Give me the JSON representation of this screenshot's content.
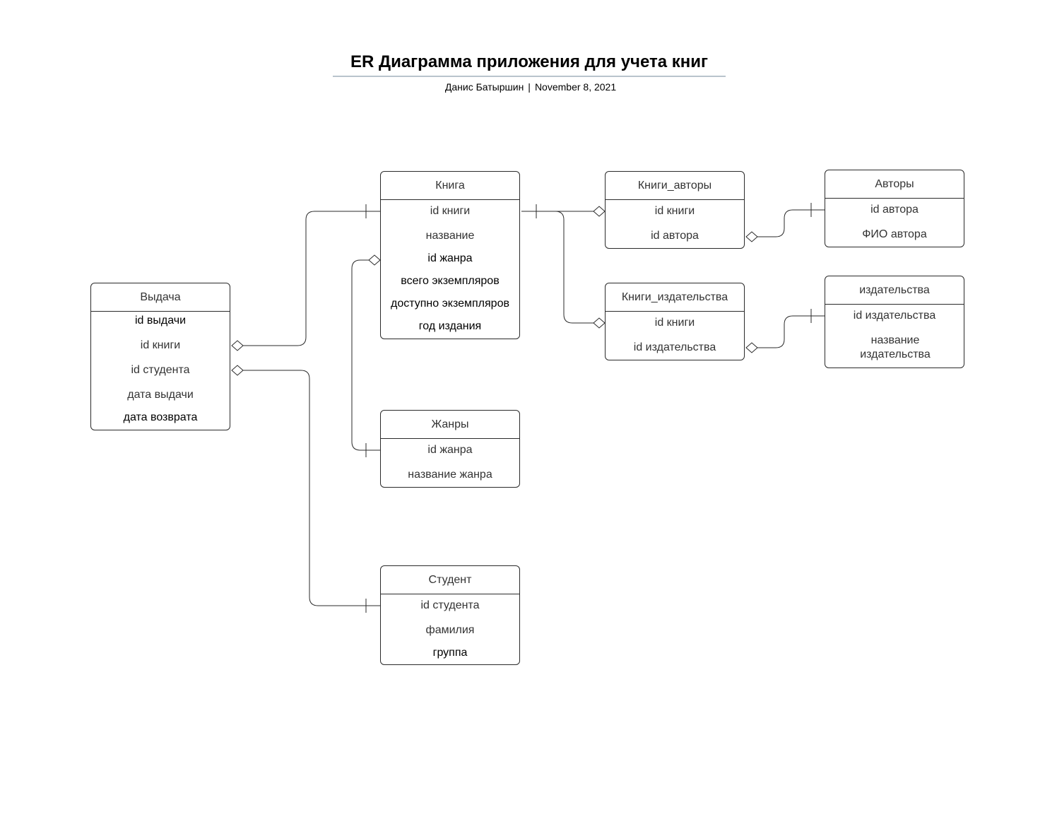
{
  "title": "ER Диаграмма приложения для учета книг",
  "subtitle": {
    "author": "Данис Батыршин",
    "separator": "|",
    "date": "November 8, 2021"
  },
  "entities": {
    "vydacha": {
      "name": "Выдача",
      "fields": [
        "id выдачи",
        "id книги",
        "id студента",
        "дата выдачи",
        "дата возврата"
      ]
    },
    "kniga": {
      "name": "Книга",
      "fields": [
        "id книги",
        "название",
        "id жанра",
        "всего экземпляров",
        "доступно экземпляров",
        "год издания"
      ]
    },
    "zhanry": {
      "name": "Жанры",
      "fields": [
        "id жанра",
        "название жанра"
      ]
    },
    "student": {
      "name": "Студент",
      "fields": [
        "id студента",
        "фамилия",
        "группа"
      ]
    },
    "knigi_avtory": {
      "name": "Книги_авторы",
      "fields": [
        "id книги",
        "id автора"
      ]
    },
    "avtory": {
      "name": "Авторы",
      "fields": [
        "id автора",
        "ФИО автора"
      ]
    },
    "knigi_izdatelstva": {
      "name": "Книги_издательства",
      "fields": [
        "id книги",
        "id издательства"
      ]
    },
    "izdatelstva": {
      "name": "издательства",
      "fields": [
        "id издательства",
        "название издательства"
      ]
    }
  }
}
